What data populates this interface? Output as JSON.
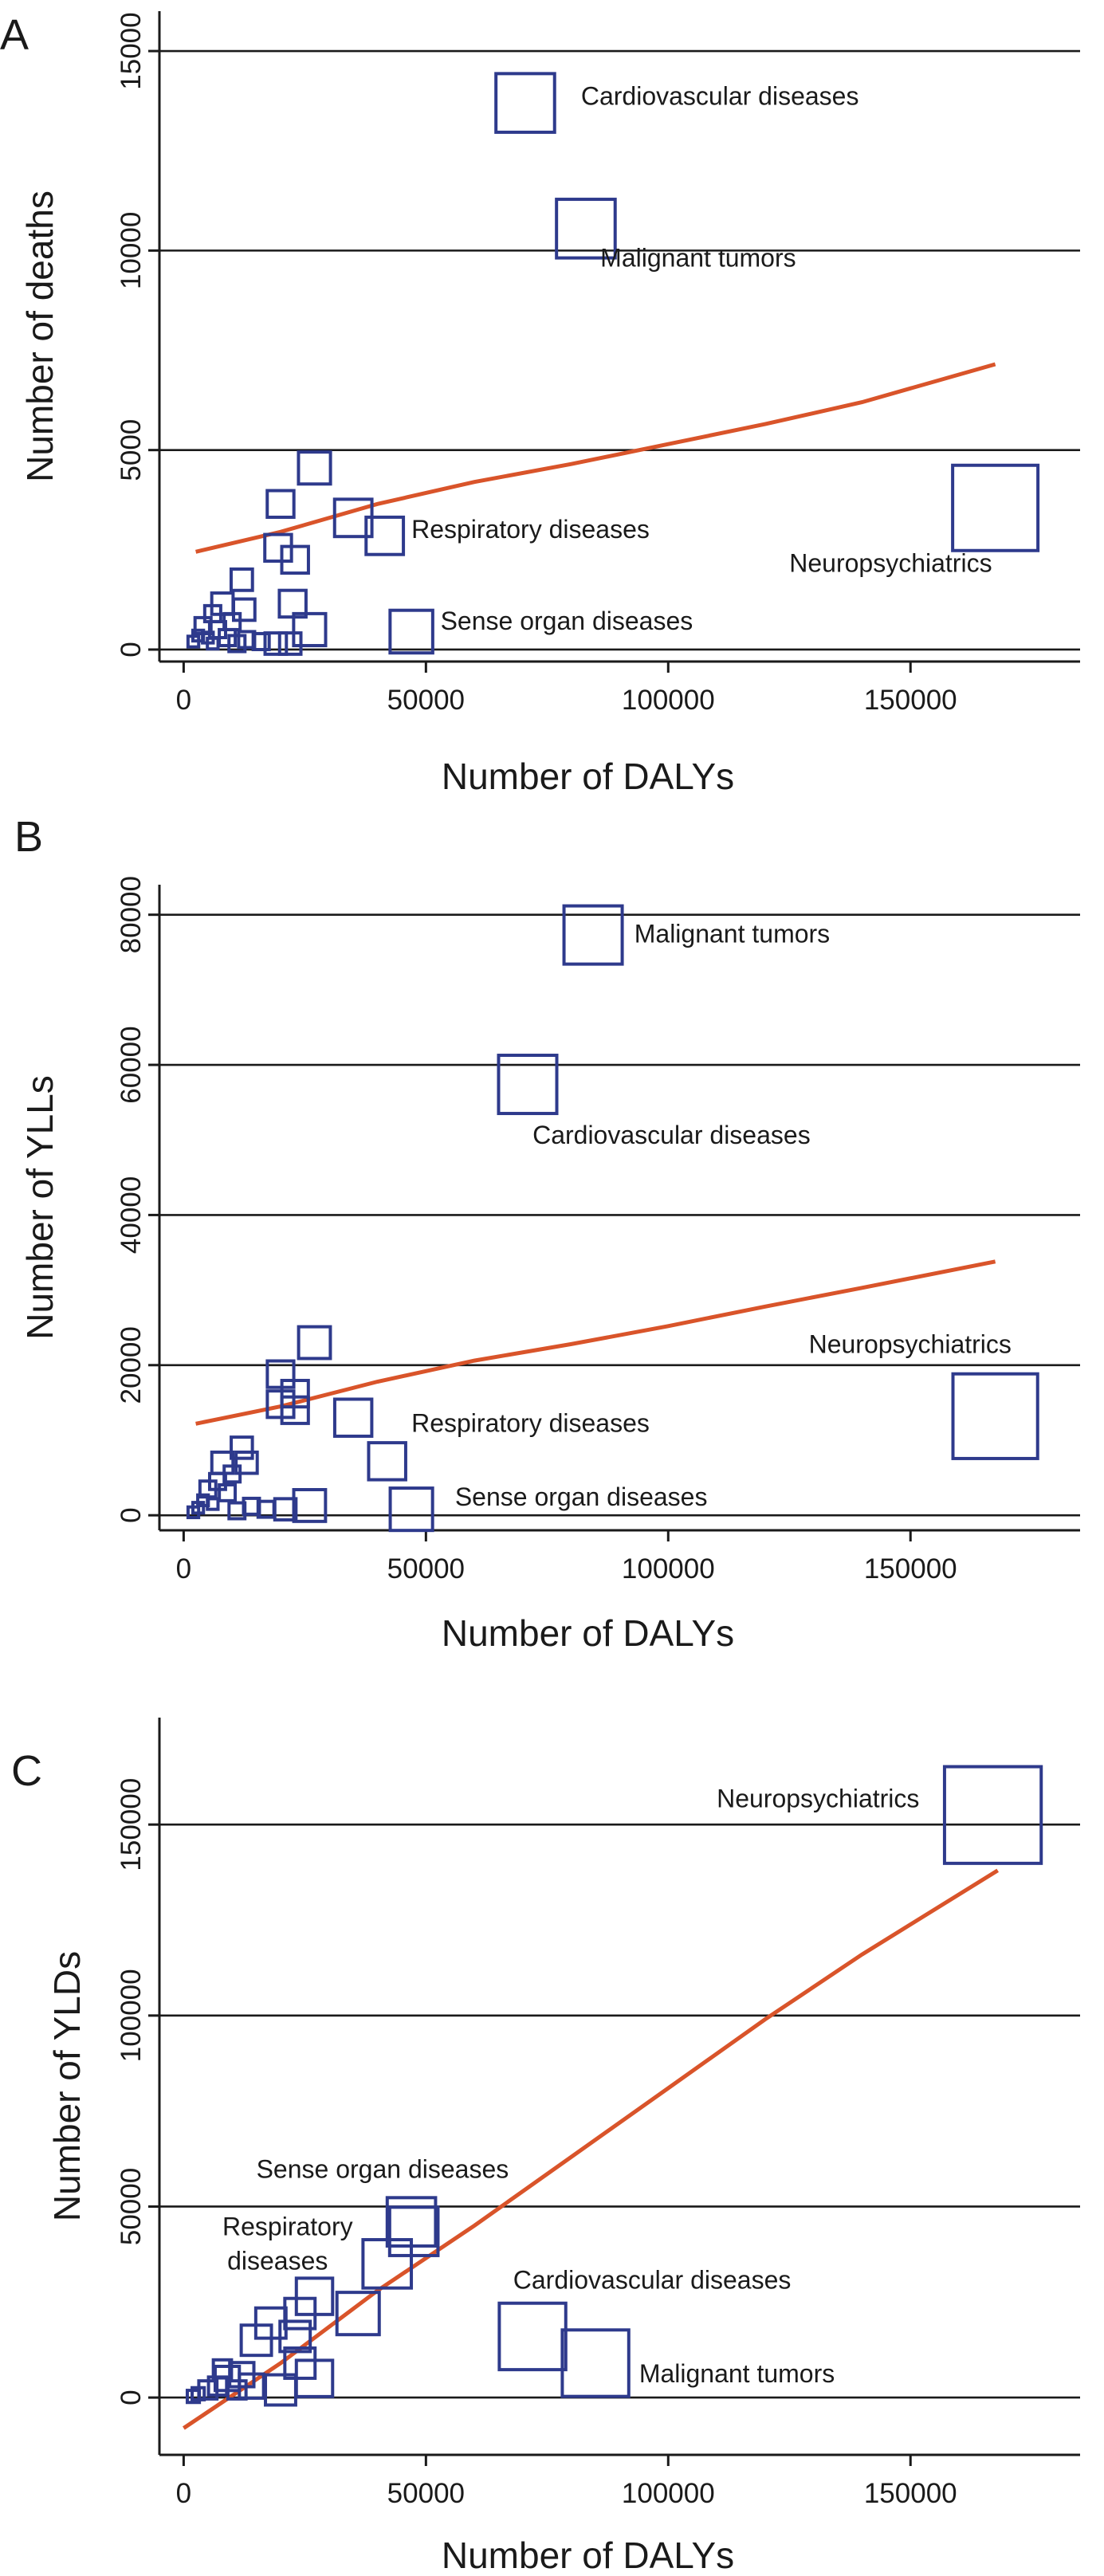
{
  "chart_data": [
    {
      "panel": "A",
      "type": "scatter",
      "xlabel": "Number of DALYs",
      "ylabel": "Number of deaths",
      "xlim": [
        -5000,
        185000
      ],
      "ylim": [
        -300,
        16000
      ],
      "xticks": [
        0,
        50000,
        100000,
        150000
      ],
      "yticks": [
        0,
        5000,
        10000,
        15000
      ],
      "grid_lines_y": [
        0,
        5000,
        10000,
        15000
      ],
      "grid": true,
      "points": [
        {
          "x": 70500,
          "y": 13700,
          "size": 11
        },
        {
          "x": 83000,
          "y": 10550,
          "size": 11
        },
        {
          "x": 167500,
          "y": 3550,
          "size": 16
        },
        {
          "x": 27000,
          "y": 4550,
          "size": 6
        },
        {
          "x": 20000,
          "y": 3650,
          "size": 5
        },
        {
          "x": 35000,
          "y": 3300,
          "size": 7
        },
        {
          "x": 41500,
          "y": 2850,
          "size": 7
        },
        {
          "x": 19500,
          "y": 2550,
          "size": 5
        },
        {
          "x": 23000,
          "y": 2250,
          "size": 5
        },
        {
          "x": 12000,
          "y": 1750,
          "size": 4
        },
        {
          "x": 22500,
          "y": 1150,
          "size": 5
        },
        {
          "x": 8000,
          "y": 1150,
          "size": 4
        },
        {
          "x": 12500,
          "y": 1000,
          "size": 4
        },
        {
          "x": 6000,
          "y": 900,
          "size": 3
        },
        {
          "x": 10000,
          "y": 700,
          "size": 3
        },
        {
          "x": 4000,
          "y": 600,
          "size": 3
        },
        {
          "x": 7000,
          "y": 500,
          "size": 3
        },
        {
          "x": 26000,
          "y": 500,
          "size": 6
        },
        {
          "x": 47000,
          "y": 450,
          "size": 8
        },
        {
          "x": 3000,
          "y": 350,
          "size": 2
        },
        {
          "x": 5000,
          "y": 300,
          "size": 2
        },
        {
          "x": 9000,
          "y": 300,
          "size": 3
        },
        {
          "x": 13000,
          "y": 250,
          "size": 3
        },
        {
          "x": 16000,
          "y": 200,
          "size": 3
        },
        {
          "x": 19000,
          "y": 150,
          "size": 4
        },
        {
          "x": 22000,
          "y": 150,
          "size": 4
        },
        {
          "x": 2000,
          "y": 200,
          "size": 2
        },
        {
          "x": 6000,
          "y": 150,
          "size": 2
        },
        {
          "x": 11000,
          "y": 150,
          "size": 3
        }
      ],
      "fit_line": [
        {
          "x": 2500,
          "y": 2450
        },
        {
          "x": 20000,
          "y": 2950
        },
        {
          "x": 40000,
          "y": 3650
        },
        {
          "x": 60000,
          "y": 4200
        },
        {
          "x": 80000,
          "y": 4650
        },
        {
          "x": 100000,
          "y": 5150
        },
        {
          "x": 120000,
          "y": 5650
        },
        {
          "x": 140000,
          "y": 6200
        },
        {
          "x": 167500,
          "y": 7150
        }
      ],
      "annotations": [
        {
          "text": "Cardiovascular diseases",
          "x": 82000,
          "y": 13650,
          "anchor": "start"
        },
        {
          "text": "Malignant tumors",
          "x": 86000,
          "y": 9600,
          "anchor": "start"
        },
        {
          "text": "Respiratory diseases",
          "x": 47000,
          "y": 2800,
          "anchor": "start"
        },
        {
          "text": "Neuropsychiatrics",
          "x": 125000,
          "y": 1950,
          "anchor": "start"
        },
        {
          "text": "Sense organ diseases",
          "x": 53000,
          "y": 500,
          "anchor": "start"
        }
      ]
    },
    {
      "panel": "B",
      "type": "scatter",
      "xlabel": "Number of DALYs",
      "ylabel": "Number of YLLs",
      "xlim": [
        -5000,
        185000
      ],
      "ylim": [
        -2000,
        84000
      ],
      "xticks": [
        0,
        50000,
        100000,
        150000
      ],
      "yticks": [
        0,
        20000,
        40000,
        60000,
        80000
      ],
      "grid_lines_y": [
        0,
        20000,
        40000,
        60000,
        80000
      ],
      "grid": true,
      "points": [
        {
          "x": 84500,
          "y": 77300,
          "size": 11
        },
        {
          "x": 71000,
          "y": 57400,
          "size": 11
        },
        {
          "x": 167500,
          "y": 13200,
          "size": 16
        },
        {
          "x": 27000,
          "y": 23000,
          "size": 6
        },
        {
          "x": 20000,
          "y": 18800,
          "size": 5
        },
        {
          "x": 23000,
          "y": 16200,
          "size": 5
        },
        {
          "x": 20000,
          "y": 14800,
          "size": 5
        },
        {
          "x": 23000,
          "y": 14000,
          "size": 5
        },
        {
          "x": 35000,
          "y": 13000,
          "size": 7
        },
        {
          "x": 42000,
          "y": 7200,
          "size": 7
        },
        {
          "x": 12000,
          "y": 9000,
          "size": 4
        },
        {
          "x": 13000,
          "y": 7000,
          "size": 4
        },
        {
          "x": 8000,
          "y": 7000,
          "size": 4
        },
        {
          "x": 10000,
          "y": 5500,
          "size": 3
        },
        {
          "x": 7000,
          "y": 4500,
          "size": 3
        },
        {
          "x": 5000,
          "y": 3500,
          "size": 3
        },
        {
          "x": 9000,
          "y": 3000,
          "size": 3
        },
        {
          "x": 4000,
          "y": 2000,
          "size": 2
        },
        {
          "x": 6000,
          "y": 1500,
          "size": 2
        },
        {
          "x": 3000,
          "y": 1000,
          "size": 2
        },
        {
          "x": 14000,
          "y": 1200,
          "size": 3
        },
        {
          "x": 17000,
          "y": 800,
          "size": 3
        },
        {
          "x": 21000,
          "y": 800,
          "size": 4
        },
        {
          "x": 26000,
          "y": 1300,
          "size": 6
        },
        {
          "x": 47000,
          "y": 800,
          "size": 8
        },
        {
          "x": 2000,
          "y": 400,
          "size": 2
        },
        {
          "x": 11000,
          "y": 600,
          "size": 3
        }
      ],
      "fit_line": [
        {
          "x": 2500,
          "y": 12200
        },
        {
          "x": 20000,
          "y": 14500
        },
        {
          "x": 40000,
          "y": 17800
        },
        {
          "x": 60000,
          "y": 20600
        },
        {
          "x": 80000,
          "y": 22800
        },
        {
          "x": 100000,
          "y": 25200
        },
        {
          "x": 120000,
          "y": 27800
        },
        {
          "x": 140000,
          "y": 30300
        },
        {
          "x": 167500,
          "y": 33800
        }
      ],
      "annotations": [
        {
          "text": "Malignant tumors",
          "x": 93000,
          "y": 76300,
          "anchor": "start"
        },
        {
          "text": "Cardiovascular diseases",
          "x": 72000,
          "y": 49500,
          "anchor": "start"
        },
        {
          "text": "Neuropsychiatrics",
          "x": 129000,
          "y": 21600,
          "anchor": "start"
        },
        {
          "text": "Respiratory diseases",
          "x": 47000,
          "y": 11100,
          "anchor": "start"
        },
        {
          "text": "Sense organ diseases",
          "x": 56000,
          "y": 1300,
          "anchor": "start"
        }
      ]
    },
    {
      "panel": "C",
      "type": "scatter",
      "xlabel": "Number of DALYs",
      "ylabel": "Number of YLDs",
      "xlim": [
        -5000,
        185000
      ],
      "ylim": [
        -15000,
        178000
      ],
      "xticks": [
        0,
        50000,
        100000,
        150000
      ],
      "yticks": [
        0,
        50000,
        100000,
        150000
      ],
      "grid_lines_y": [
        0,
        50000,
        100000,
        150000
      ],
      "grid": true,
      "points": [
        {
          "x": 167000,
          "y": 152500,
          "size": 16
        },
        {
          "x": 47000,
          "y": 46000,
          "size": 8
        },
        {
          "x": 47500,
          "y": 43500,
          "size": 8
        },
        {
          "x": 42000,
          "y": 35000,
          "size": 8
        },
        {
          "x": 36000,
          "y": 22000,
          "size": 7
        },
        {
          "x": 72000,
          "y": 16000,
          "size": 11
        },
        {
          "x": 85000,
          "y": 9000,
          "size": 11
        },
        {
          "x": 27000,
          "y": 26500,
          "size": 6
        },
        {
          "x": 24000,
          "y": 22000,
          "size": 5
        },
        {
          "x": 18000,
          "y": 19500,
          "size": 5
        },
        {
          "x": 15000,
          "y": 15000,
          "size": 5
        },
        {
          "x": 23000,
          "y": 16000,
          "size": 5
        },
        {
          "x": 24000,
          "y": 9000,
          "size": 5
        },
        {
          "x": 27000,
          "y": 5000,
          "size": 6
        },
        {
          "x": 20000,
          "y": 2000,
          "size": 5
        },
        {
          "x": 12000,
          "y": 6000,
          "size": 4
        },
        {
          "x": 9000,
          "y": 5000,
          "size": 4
        },
        {
          "x": 7000,
          "y": 3000,
          "size": 3
        },
        {
          "x": 5000,
          "y": 2000,
          "size": 3
        },
        {
          "x": 3000,
          "y": 1000,
          "size": 2
        },
        {
          "x": 14000,
          "y": 3000,
          "size": 4
        },
        {
          "x": 11000,
          "y": 2000,
          "size": 3
        },
        {
          "x": 8000,
          "y": 7500,
          "size": 3
        },
        {
          "x": 2000,
          "y": 300,
          "size": 2
        }
      ],
      "fit_line": [
        {
          "x": 0,
          "y": -8000
        },
        {
          "x": 20000,
          "y": 9000
        },
        {
          "x": 40000,
          "y": 28000
        },
        {
          "x": 60000,
          "y": 45000
        },
        {
          "x": 80000,
          "y": 63000
        },
        {
          "x": 100000,
          "y": 81000
        },
        {
          "x": 120000,
          "y": 99000
        },
        {
          "x": 140000,
          "y": 116000
        },
        {
          "x": 168000,
          "y": 138000
        }
      ],
      "annotations": [
        {
          "text": "Neuropsychiatrics",
          "x": 110000,
          "y": 154500,
          "anchor": "start"
        },
        {
          "text": "Sense organ diseases",
          "x": 15000,
          "y": 57500,
          "anchor": "start"
        },
        {
          "text": "Respiratory",
          "x": 8000,
          "y": 42500,
          "anchor": "start"
        },
        {
          "text": "diseases",
          "x": 9000,
          "y": 33500,
          "anchor": "start"
        },
        {
          "text": "Cardiovascular diseases",
          "x": 68000,
          "y": 28500,
          "anchor": "start"
        },
        {
          "text": "Malignant tumors",
          "x": 94000,
          "y": 4000,
          "anchor": "start"
        }
      ]
    }
  ]
}
